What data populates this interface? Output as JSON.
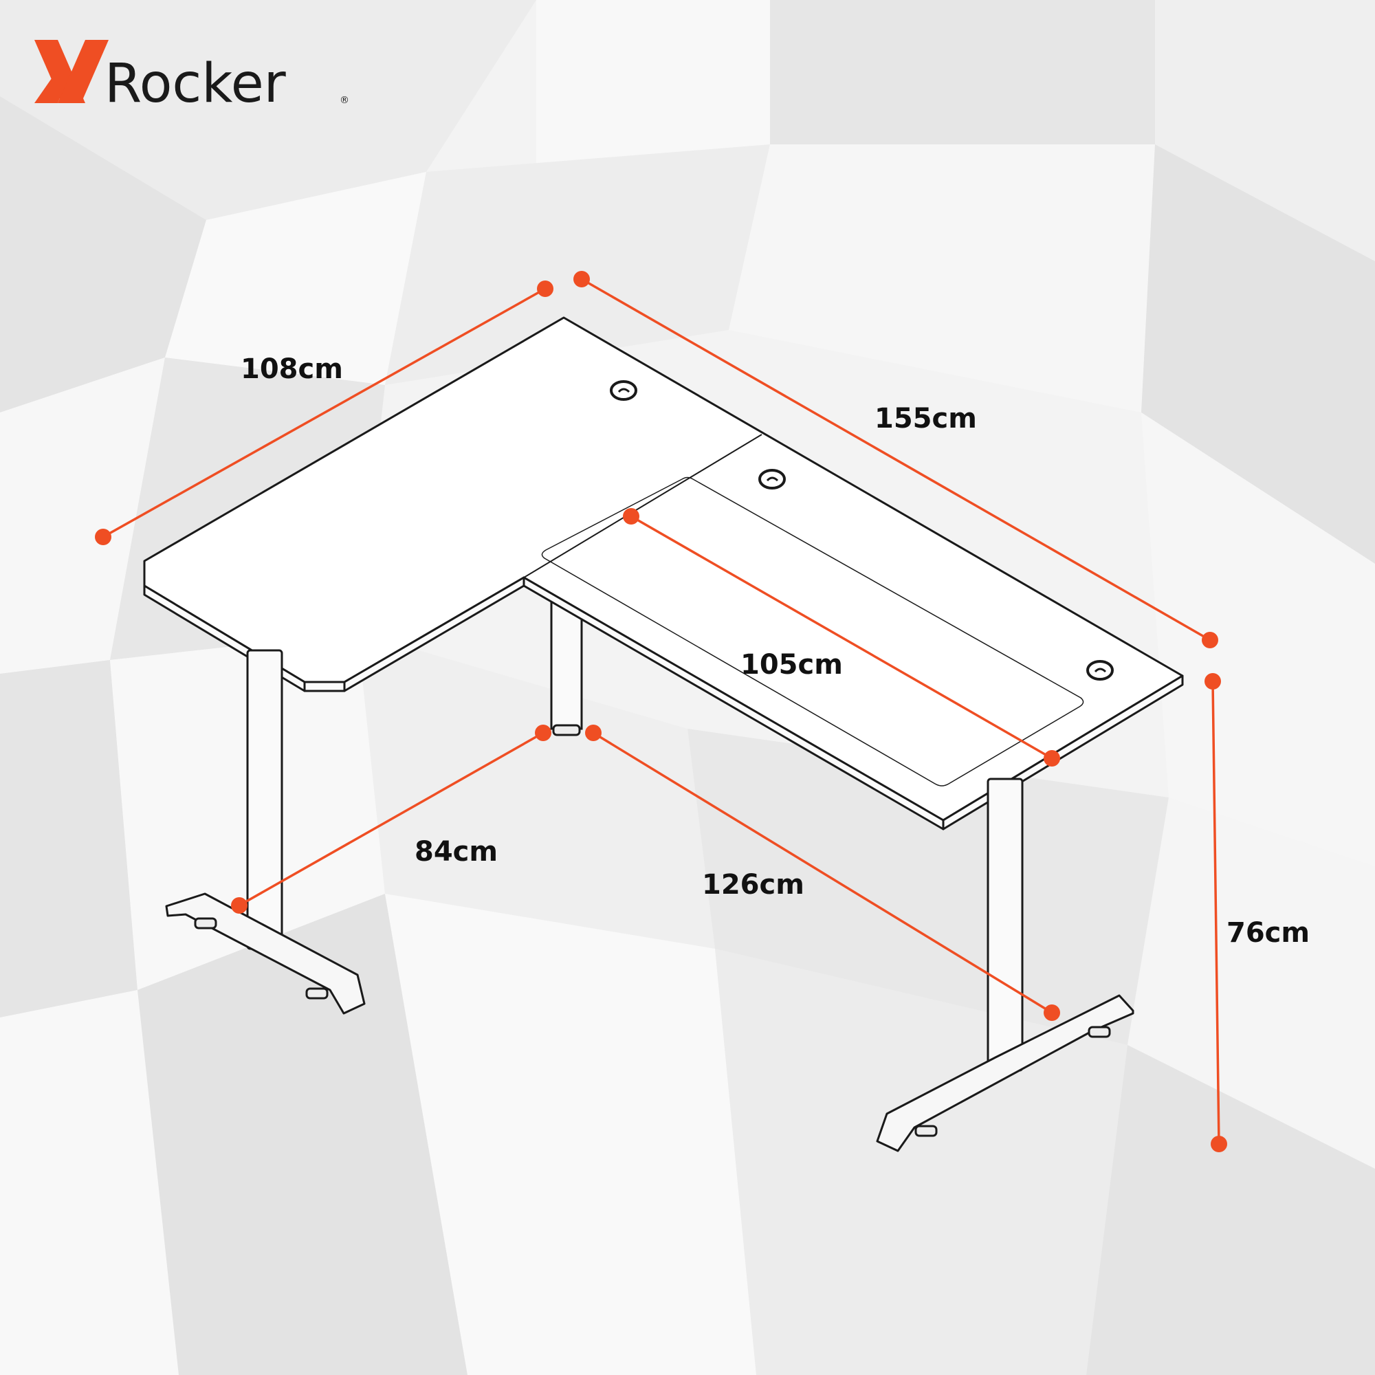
{
  "brand": {
    "name": "Rocker",
    "mark": "X",
    "registered": "®",
    "accent_color": "#ef4e23"
  },
  "dimensions": {
    "side_return_length": "108cm",
    "main_desk_length": "155cm",
    "desk_depth": "105cm",
    "leg_span_short": "84cm",
    "leg_span_long": "126cm",
    "height": "76cm"
  },
  "colors": {
    "dimension_line": "#ef4e23",
    "outline": "#1a1a1a",
    "background": "#f2f2f2"
  }
}
